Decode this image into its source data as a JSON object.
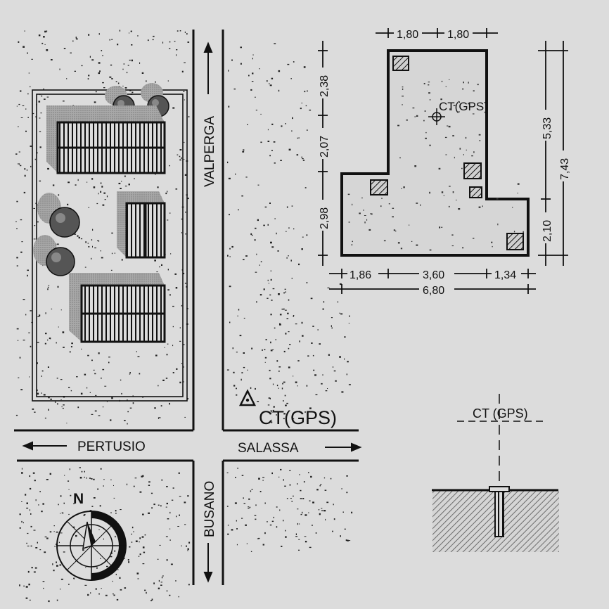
{
  "colors": {
    "background": "#dcdcdc",
    "ink": "#111111"
  },
  "streets": {
    "north": "VALPERGA",
    "west": "PERTUSIO",
    "east": "SALASSA",
    "south": "BUSANO"
  },
  "gps_marker_label": "CT(GPS)",
  "north_letter": "N",
  "plan": {
    "point_label": "CT(GPS)",
    "dims": {
      "top_left": "1,80",
      "top_right": "1,80",
      "left_top": "2,38",
      "left_mid": "2,07",
      "left_bottom": "2,98",
      "right_upper": "5,33",
      "right_total": "7,43",
      "right_lower": "2,10",
      "bottom_left": "1,86",
      "bottom_mid": "3,60",
      "bottom_right": "1,34",
      "bottom_total": "6,80"
    }
  },
  "section_label": "CT (GPS)",
  "icons": [
    "compass-rose-icon",
    "gps-triangle-icon",
    "crosshair-icon",
    "tree-icon",
    "arrow-icon"
  ]
}
